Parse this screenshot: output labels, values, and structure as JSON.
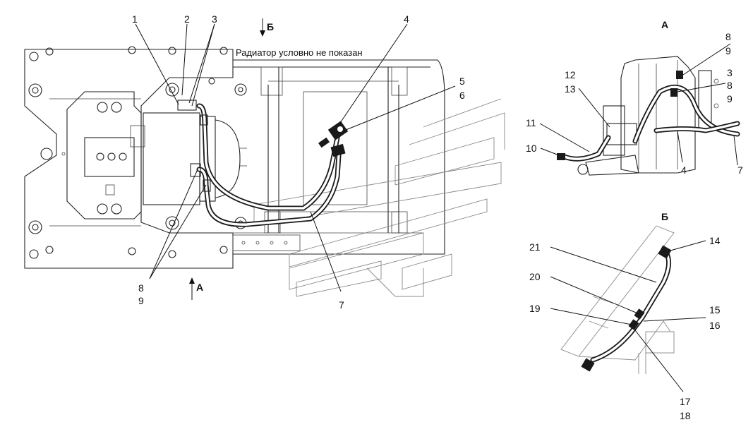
{
  "note": "Радиатор условно не показан",
  "views": {
    "arrow_b": "Б",
    "arrow_a": "А",
    "view_a_title": "А",
    "view_b_title": "Б"
  },
  "main_callouts": {
    "c1": "1",
    "c2": "2",
    "c3": "3",
    "c4": "4",
    "c5": "5",
    "c6": "6",
    "c7": "7",
    "c8": "8",
    "c9": "9"
  },
  "view_a_callouts": {
    "c3": "3",
    "c4": "4",
    "c7": "7",
    "c8a": "8",
    "c9a": "9",
    "c8b": "8",
    "c9b": "9",
    "c10": "10",
    "c11": "11",
    "c12": "12",
    "c13": "13"
  },
  "view_b_callouts": {
    "c14": "14",
    "c15": "15",
    "c16": "16",
    "c17": "17",
    "c18": "18",
    "c19": "19",
    "c20": "20",
    "c21": "21"
  }
}
